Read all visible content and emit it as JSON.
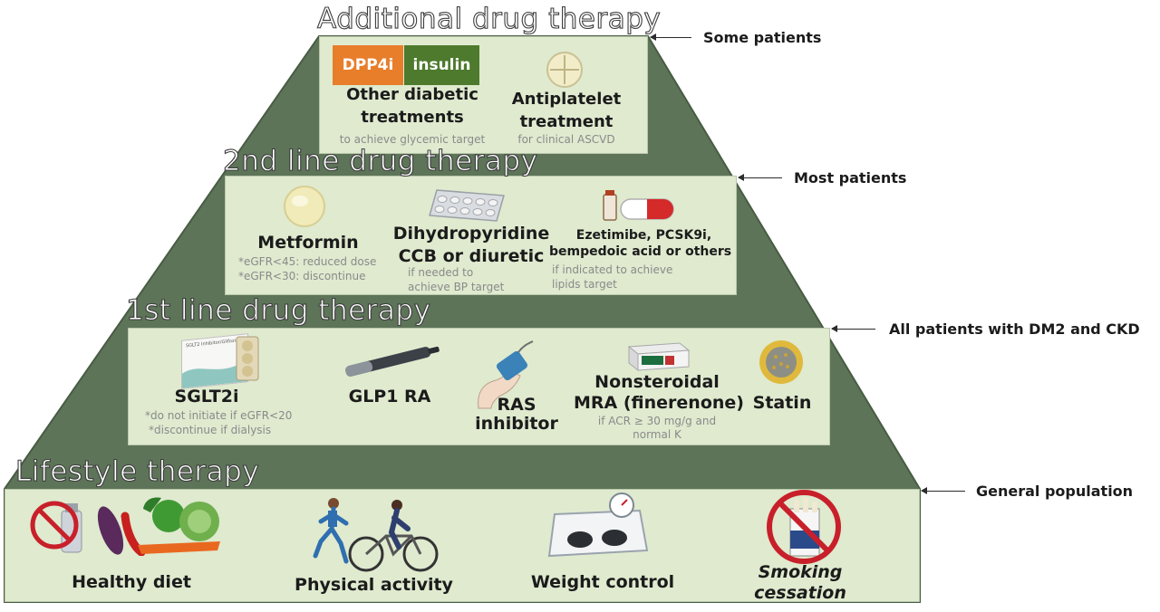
{
  "tiers": {
    "additional": {
      "title": "Additional drug therapy",
      "side_label": "Some patients",
      "badge_dpp4i": "DPP4i",
      "badge_insulin": "insulin",
      "other_diabetic_line1": "Other diabetic",
      "other_diabetic_line2": "treatments",
      "other_diabetic_note": "to achieve glycemic target",
      "antiplatelet_line1": "Antiplatelet",
      "antiplatelet_line2": "treatment",
      "antiplatelet_note": "for clinical ASCVD"
    },
    "second_line": {
      "title": "2nd line drug therapy",
      "side_label": "Most patients",
      "metformin": "Metformin",
      "metformin_note1": "*eGFR<45: reduced dose",
      "metformin_note2": "*eGFR<30: discontinue",
      "ccb_line1": "Dihydropyridine",
      "ccb_line2": "CCB or diuretic",
      "ccb_note1": "if needed to",
      "ccb_note2": "achieve BP target",
      "lipid_line1": "Ezetimibe, PCSK9i,",
      "lipid_line2": "bempedoic acid  or others",
      "lipid_note1": "if indicated to achieve",
      "lipid_note2": "lipids target"
    },
    "first_line": {
      "title": "1st line drug therapy",
      "side_label": "All patients with DM2 and CKD",
      "sglt2i": "SGLT2i",
      "sglt2i_note1": "*do not initiate if eGFR<20",
      "sglt2i_note2": "*discontinue if dialysis",
      "glp1": "GLP1 RA",
      "ras_line1": "RAS",
      "ras_line2": "inhibitor",
      "mra_line1": "Nonsteroidal",
      "mra_line2": "MRA (finerenone)",
      "mra_note1": "if ACR ≥ 30 mg/g and",
      "mra_note2": "normal K",
      "statin": "Statin",
      "box_text": "SGLT2 Inhibitor/Glifozina"
    },
    "lifestyle": {
      "title": "Lifestyle therapy",
      "side_label": "General population",
      "diet": "Healthy diet",
      "activity": "Physical activity",
      "weight": "Weight control",
      "smoking_line1": "Smoking",
      "smoking_line2": "cessation"
    }
  },
  "colors": {
    "pyramid": "#5d7458",
    "pyramid_edge": "#485c44",
    "box_fill": "#dfeacf",
    "dpp4i": "#e87d2a",
    "insulin": "#4d7a2d",
    "prohibit_red": "#c8202a"
  }
}
